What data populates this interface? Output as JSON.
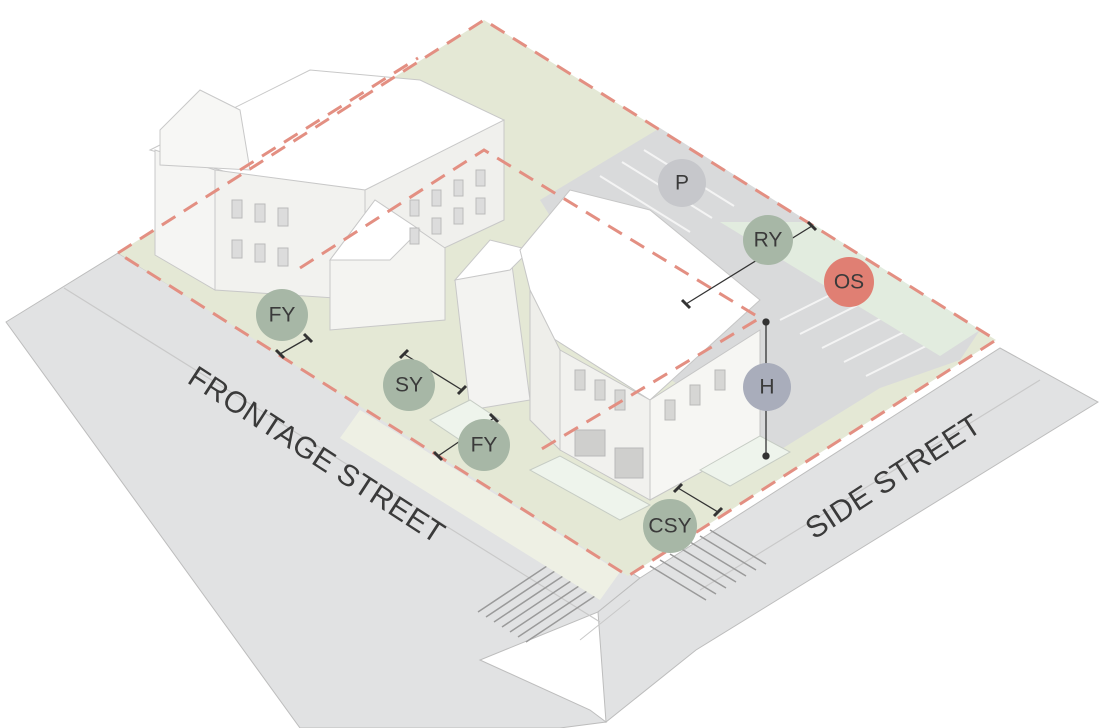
{
  "streets": {
    "frontage": "FRONTAGE STREET",
    "side": "SIDE STREET"
  },
  "badges": {
    "fy_1": "FY",
    "sy": "SY",
    "fy_2": "FY",
    "csy": "CSY",
    "p": "P",
    "ry": "RY",
    "os": "OS",
    "h": "H"
  },
  "colors": {
    "green_badge": "#a7b7a6",
    "gray_badge": "#c6c7cb",
    "blue_gray_badge": "#a9adbb",
    "red_badge": "#e07f73",
    "lot_line": "#e38f82",
    "yard_green": "#e4e8d5",
    "street": "#e1e2e3",
    "parking": "#d9dadb"
  }
}
